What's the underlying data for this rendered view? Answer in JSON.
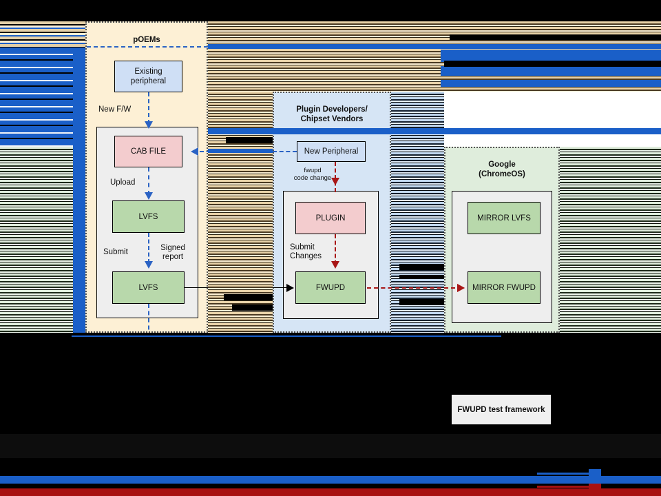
{
  "diagram": {
    "title_hidden": "",
    "panels": [
      {
        "id": "poems",
        "title": "pOEMs"
      },
      {
        "id": "plugin",
        "title": "Plugin Developers/\nChipset Vendors"
      },
      {
        "id": "google",
        "title": "Google\n(ChromeOS)"
      }
    ],
    "nodes": {
      "existing_peripheral": "Existing\nperipheral",
      "cab_file": "CAB FILE",
      "lvfs_upload": "LVFS",
      "lvfs_submit": "LVFS",
      "new_peripheral": "New Peripheral",
      "plugin": "PLUGIN",
      "fwupd": "FWUPD",
      "mirror_lvfs": "MIRROR LVFS",
      "mirror_fwupd": "MIRROR FWUPD"
    },
    "edge_labels": {
      "new_fw": "New F/W",
      "upload": "Upload",
      "submit": "Submit",
      "signed_report": "Signed\nreport",
      "fwupd_code_change": "fwupd\ncode change",
      "submit_changes": "Submit\nChanges"
    },
    "legend": {
      "test_framework": "FWUPD test framework"
    },
    "colors": {
      "panel_poems_fill": "#fdf0d5",
      "panel_plugin_fill": "#d6e5f5",
      "panel_google_fill": "#dfeddc",
      "node_blue_fill": "#cfdff5",
      "node_pink_fill": "#f3ccce",
      "node_green_fill": "#b8d8ab",
      "arrow_blue": "#2a62c4",
      "arrow_red": "#a81616",
      "arrow_black": "#000000",
      "inner_box_fill": "#eeeeee",
      "background": "#000000"
    }
  }
}
